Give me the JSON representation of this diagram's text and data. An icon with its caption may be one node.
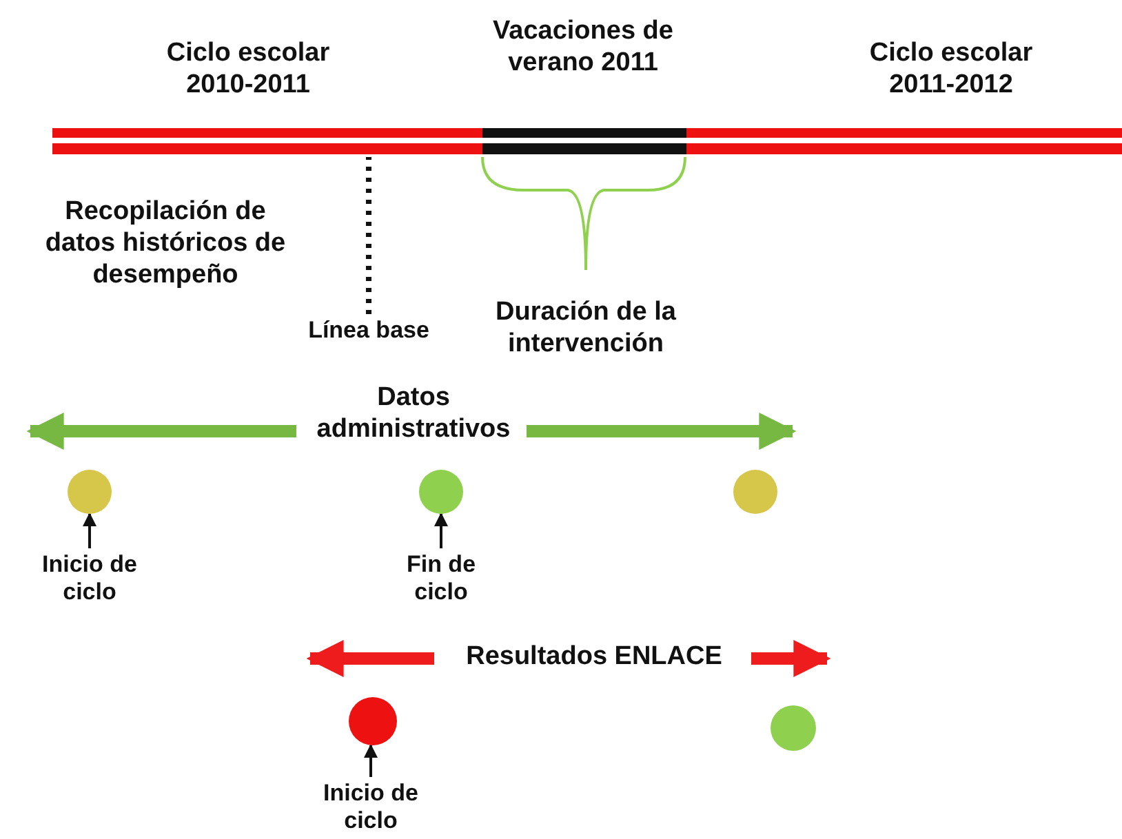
{
  "diagram": {
    "nodes": [
      {
        "text": [],
        "shape": "bar"
      },
      {
        "text": [
          "Línea base"
        ]
      },
      {
        "text": [],
        "shape": "circle"
      },
      {
        "text": [],
        "shape": "circle"
      },
      {
        "text": [],
        "shape": "circle"
      },
      {
        "text": [
          "Inicio de ciclo"
        ]
      },
      {
        "text": [
          "Fin de ciclo"
        ]
      },
      {
        "text": [],
        "shape": "circle"
      },
      {
        "text": [],
        "shape": "circle"
      },
      {
        "text": [
          "Inicio de ciclo"
        ]
      }
    ],
    "edges": [
      {
        "from": 1,
        "to": 0,
        "arrow": "none",
        "style": "dashed"
      },
      {
        "from": 5,
        "to": 2,
        "arrow": "to"
      },
      {
        "from": 6,
        "to": 3,
        "arrow": "to"
      },
      {
        "from": 9,
        "to": 7,
        "arrow": "to"
      }
    ],
    "labels": [
      "Ciclo escolar 2010-2011",
      "Vacaciones de verano 2011",
      "Ciclo escolar 2011-2012",
      "Recopilación de datos históricos de desempeño",
      "Duración de la intervención",
      "Datos administrativos",
      "Resultados ENLACE"
    ]
  }
}
